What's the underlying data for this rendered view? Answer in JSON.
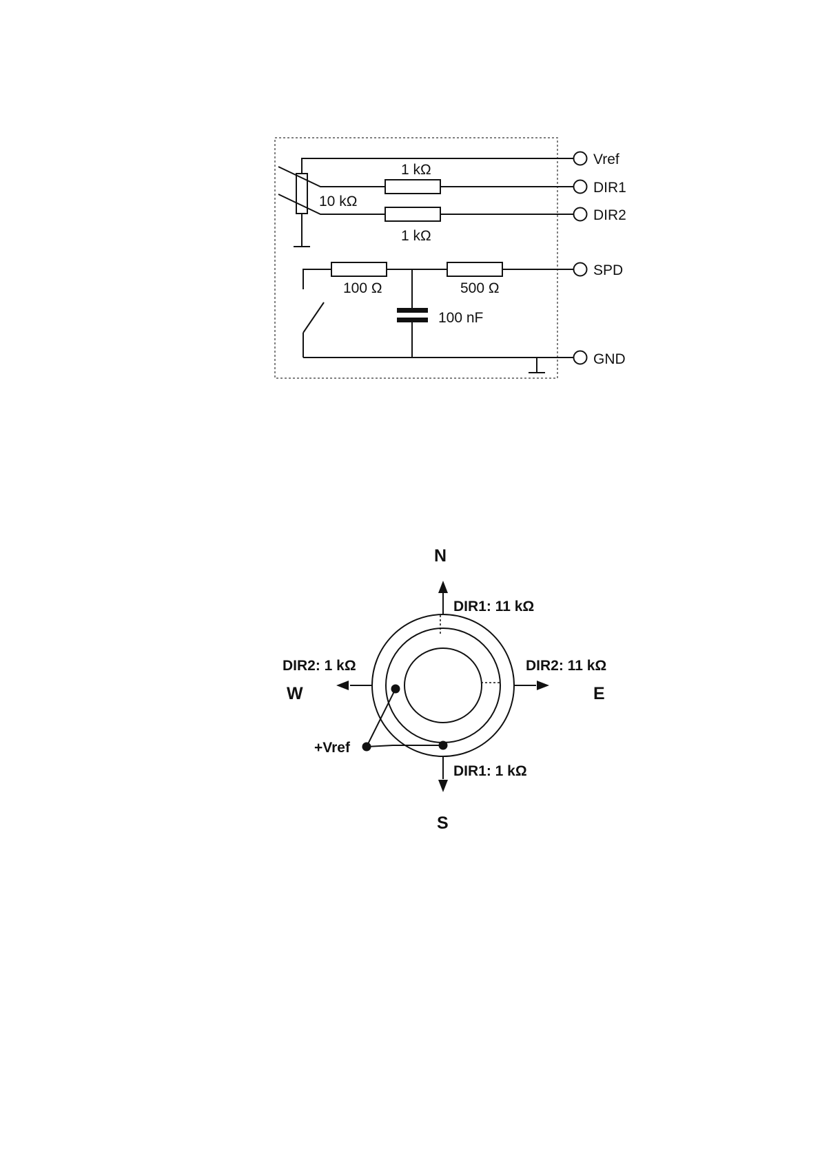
{
  "schematic": {
    "terminals": {
      "vref": "Vref",
      "dir1": "DIR1",
      "dir2": "DIR2",
      "spd": "SPD",
      "gnd": "GND"
    },
    "components": {
      "r_dir1": "1 kΩ",
      "r_pot": "10 kΩ",
      "r_dir2": "1 kΩ",
      "r_spd_in": "100 Ω",
      "r_spd_out": "500 Ω",
      "capacitor": "100 nF"
    }
  },
  "direction_diagram": {
    "north": "N",
    "south": "S",
    "east": "E",
    "west": "W",
    "north_label": "DIR1: 11 kΩ",
    "south_label": "DIR1: 1 kΩ",
    "east_label": "DIR2: 11 kΩ",
    "west_label": "DIR2: 1 kΩ",
    "vref_label": "+Vref"
  }
}
